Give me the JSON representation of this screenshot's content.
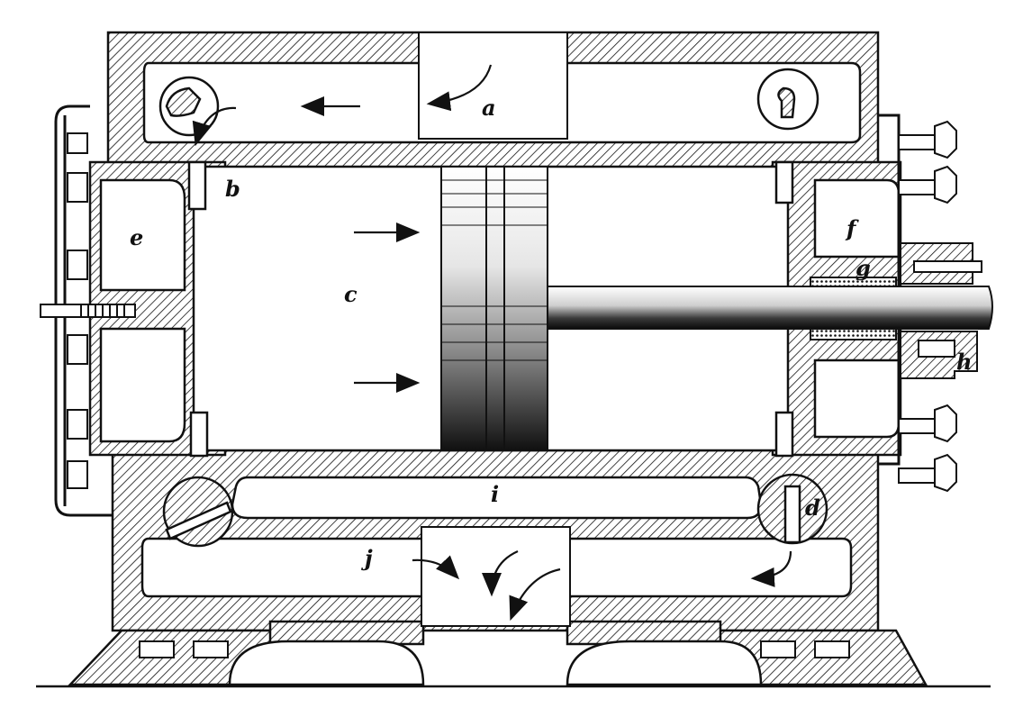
{
  "diagram": {
    "labels": {
      "a": "a",
      "b": "b",
      "c": "c",
      "d": "d",
      "e": "e",
      "f": "f",
      "g": "g",
      "h": "h",
      "i": "i",
      "j": "j"
    },
    "colors": {
      "ink": "#111111",
      "paper": "#ffffff"
    }
  }
}
